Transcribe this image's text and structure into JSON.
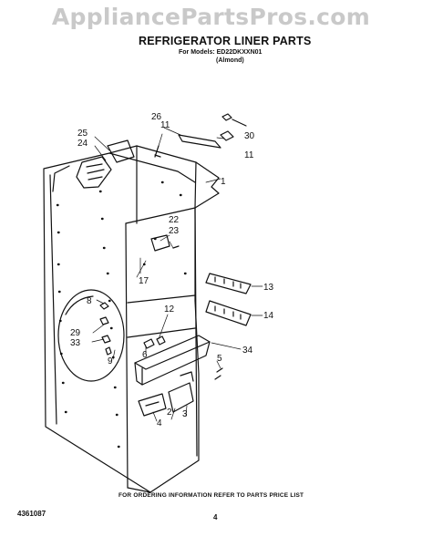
{
  "watermark": "AppliancePartsPros.com",
  "header": {
    "title": "REFRIGERATOR LINER PARTS",
    "model_line": "For Models: ED22DKXXN01",
    "color_line": "(Almond)"
  },
  "callouts": {
    "c1": "1",
    "c2": "2",
    "c3": "3",
    "c4": "4",
    "c5": "5",
    "c6": "6",
    "c8": "8",
    "c9": "9",
    "c11a": "11",
    "c11b": "11",
    "c12": "12",
    "c13": "13",
    "c14": "14",
    "c17": "17",
    "c22": "22",
    "c23": "23",
    "c24": "24",
    "c25": "25",
    "c26": "26",
    "c29": "29",
    "c30": "30",
    "c33": "33",
    "c34": "34"
  },
  "footer": {
    "ordering_note": "FOR ORDERING INFORMATION REFER TO PARTS PRICE LIST",
    "doc_number": "4361087",
    "page_number": "4"
  }
}
